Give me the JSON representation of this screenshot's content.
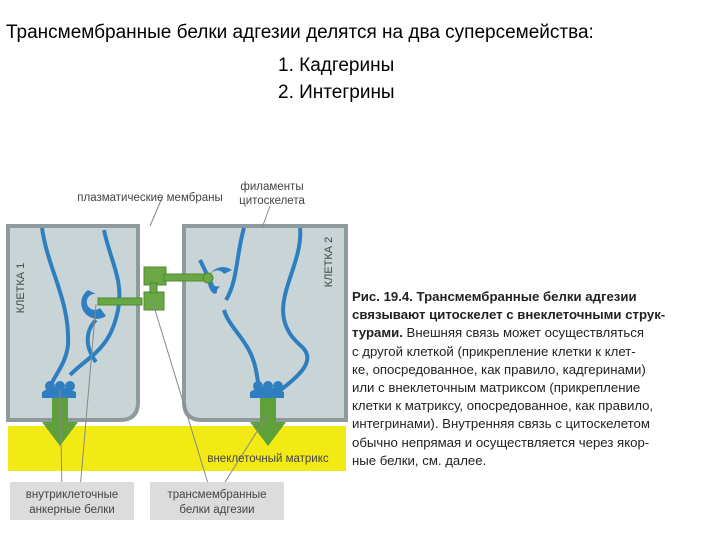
{
  "slide": {
    "title": "Трансмембранные белки адгезии делятся на два суперсемейства:",
    "list": [
      "1. Кадгерины",
      "2. Интегрины"
    ]
  },
  "diagram": {
    "labels": {
      "plasma_membranes": "плазматические мембраны",
      "filaments_line1": "филаменты",
      "filaments_line2": "цитоскелета",
      "cell1": "КЛЕТКА 1",
      "cell2": "КЛЕТКА 2",
      "extracellular_matrix": "внеклеточный матрикс",
      "anchor_line1": "внутриклеточные",
      "anchor_line2": "анкерные белки",
      "transmembrane_line1": "трансмембранные",
      "transmembrane_line2": "белки адгезии"
    },
    "colors": {
      "cell_fill": "#c9d4d6",
      "membrane": "#8f9a9c",
      "filament": "#2f7fc0",
      "adhesion_protein": "#6aa845",
      "matrix": "#f2ea14",
      "label_box": "#dcdcdc"
    }
  },
  "caption": {
    "bold_lines": [
      "Рис. 19.4. Трансмембранные белки адгезии",
      "связывают цитоскелет с внеклеточными струк-",
      "турами."
    ],
    "normal_first": "Внешняя связь может осуществляться",
    "lines": [
      "с другой клеткой (прикрепление клетки к клет-",
      "ке, опосредованное, как правило, кадгеринами)",
      "или с внеклеточным матриксом (прикрепление",
      "клетки к матриксу, опосредованное, как правило,",
      "интегринами). Внутренняя связь с цитоскелетом",
      "обычно непрямая и осуществляется через якор-",
      "ные белки, см. далее."
    ]
  }
}
